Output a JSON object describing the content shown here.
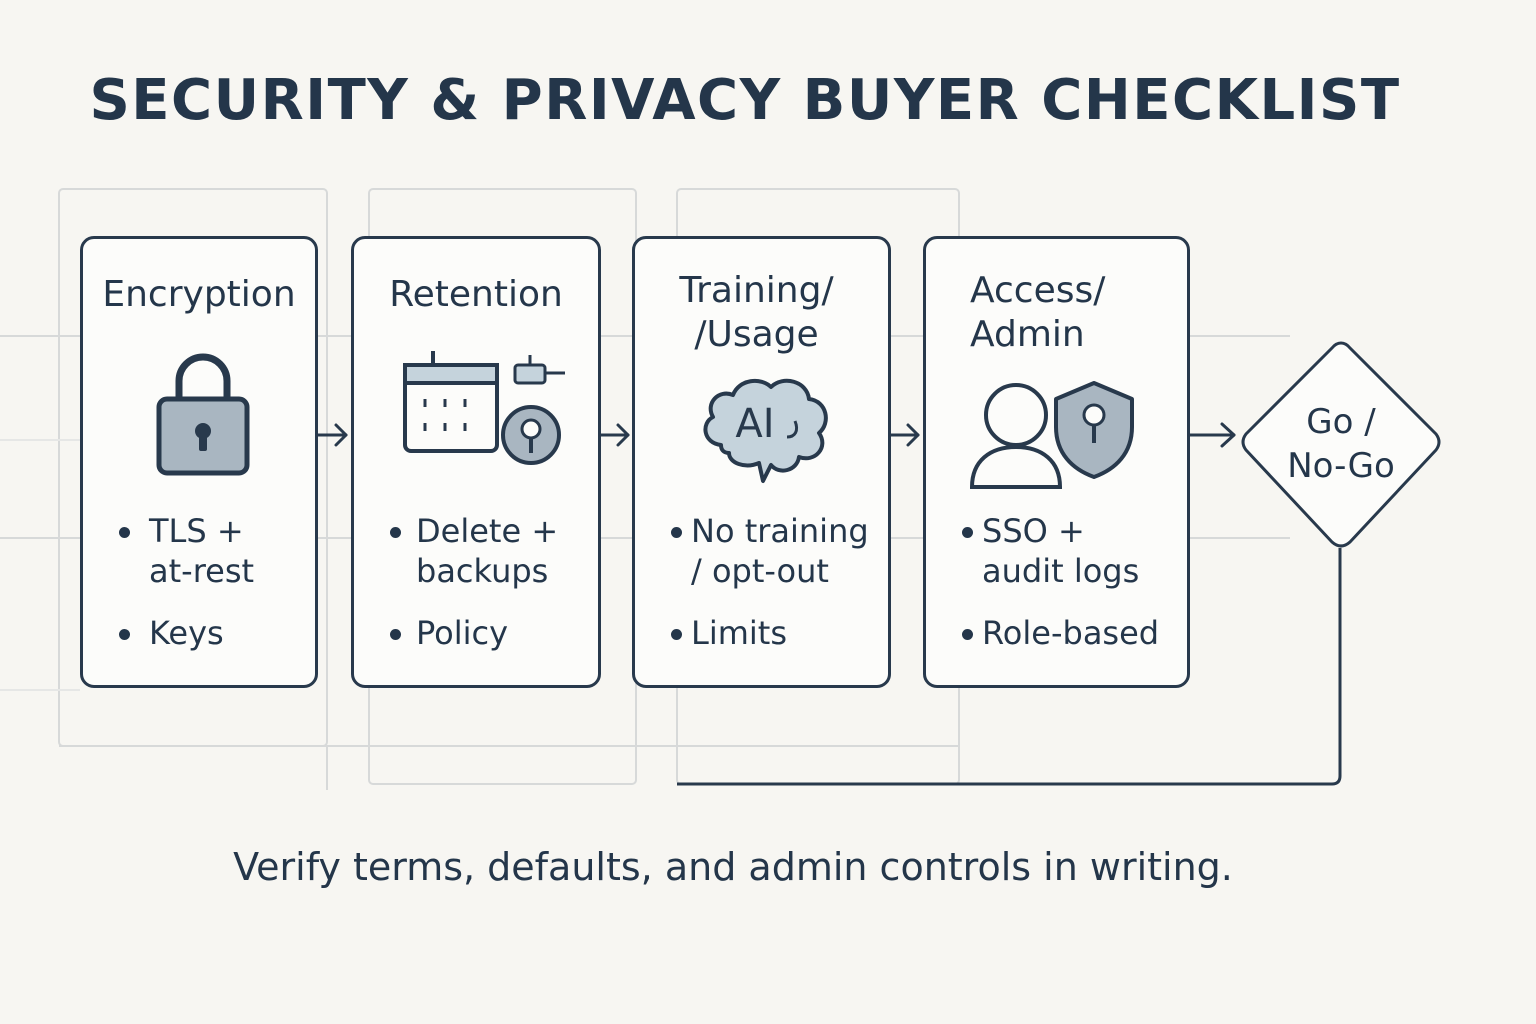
{
  "title": "SECURITY & PRIVACY BUYER CHECKLIST",
  "steps": [
    {
      "title_lines": [
        "Encryption"
      ],
      "icon": "padlock-icon",
      "bullets": [
        {
          "lines": [
            "TLS +",
            "at-rest"
          ]
        },
        {
          "lines": [
            "Keys"
          ]
        }
      ]
    },
    {
      "title_lines": [
        "Retention"
      ],
      "icon": "calendar-with-key-icon",
      "bullets": [
        {
          "lines": [
            "Delete +",
            "backups"
          ]
        },
        {
          "lines": [
            "Policy"
          ]
        }
      ]
    },
    {
      "title_lines": [
        "Training/",
        "/Usage"
      ],
      "icon": "ai-brain-icon",
      "icon_text": "AI",
      "bullets": [
        {
          "lines": [
            "No training",
            "/ opt-out"
          ]
        },
        {
          "lines": [
            "Limits"
          ]
        }
      ]
    },
    {
      "title_lines": [
        "Access/",
        "Admin"
      ],
      "icon": "user-and-shield-icon",
      "bullets": [
        {
          "lines": [
            "SSO +",
            "audit logs"
          ]
        },
        {
          "lines": [
            "Role-based"
          ]
        }
      ]
    }
  ],
  "decision": {
    "lines": [
      "Go /",
      "No-Go"
    ]
  },
  "footer": "Verify terms, defaults, and admin controls in writing.",
  "colors": {
    "background": "#f7f6f2",
    "ink": "#24364a",
    "icon_fill": "#a9b6c1",
    "icon_fill_light": "#c5d3dc",
    "ghost_frame": "#d7d9d9"
  }
}
